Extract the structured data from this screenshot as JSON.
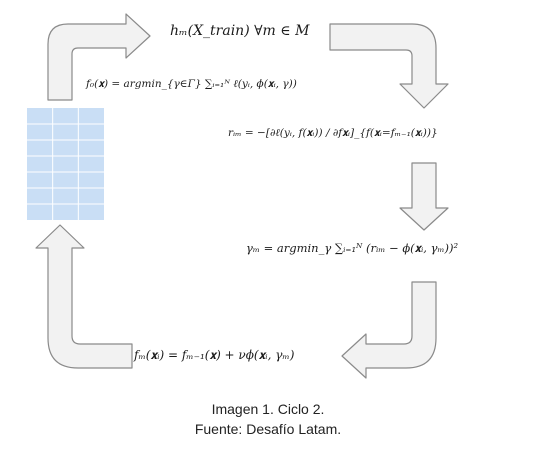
{
  "diagram": {
    "formulas": {
      "h_m": "hₘ(X_train)   ∀m ∈ M",
      "f0": "f₀(𝐱) = argmin_{γ∈Γ} ∑ᵢ₌₁ᴺ ℓ(yᵢ, ϕ(𝐱ᵢ, γ))",
      "r_im": "rᵢₘ = −[∂ℓ(yᵢ, f(𝐱ᵢ)) / ∂f𝐱ᵢ]_{f(𝐱ᵢ=fₘ₋₁(𝐱ᵢ))}",
      "gamma_m": "γₘ = argmin_γ ∑ᵢ₌₁ᴺ (rᵢₘ − ϕ(𝐱ᵢ, γₘ))²",
      "f_m": "fₘ(𝐱ᵢ) = fₘ₋₁(𝐱) + νϕ(𝐱ᵢ, γₘ)"
    },
    "colors": {
      "arrow_fill": "#f2f2f2",
      "arrow_stroke": "#8a8a8a",
      "table_fill": "#c9def5",
      "table_line": "#ffffff"
    }
  },
  "caption": {
    "line1": "Imagen 1. Ciclo 2.",
    "line2": "Fuente: Desafío Latam."
  }
}
